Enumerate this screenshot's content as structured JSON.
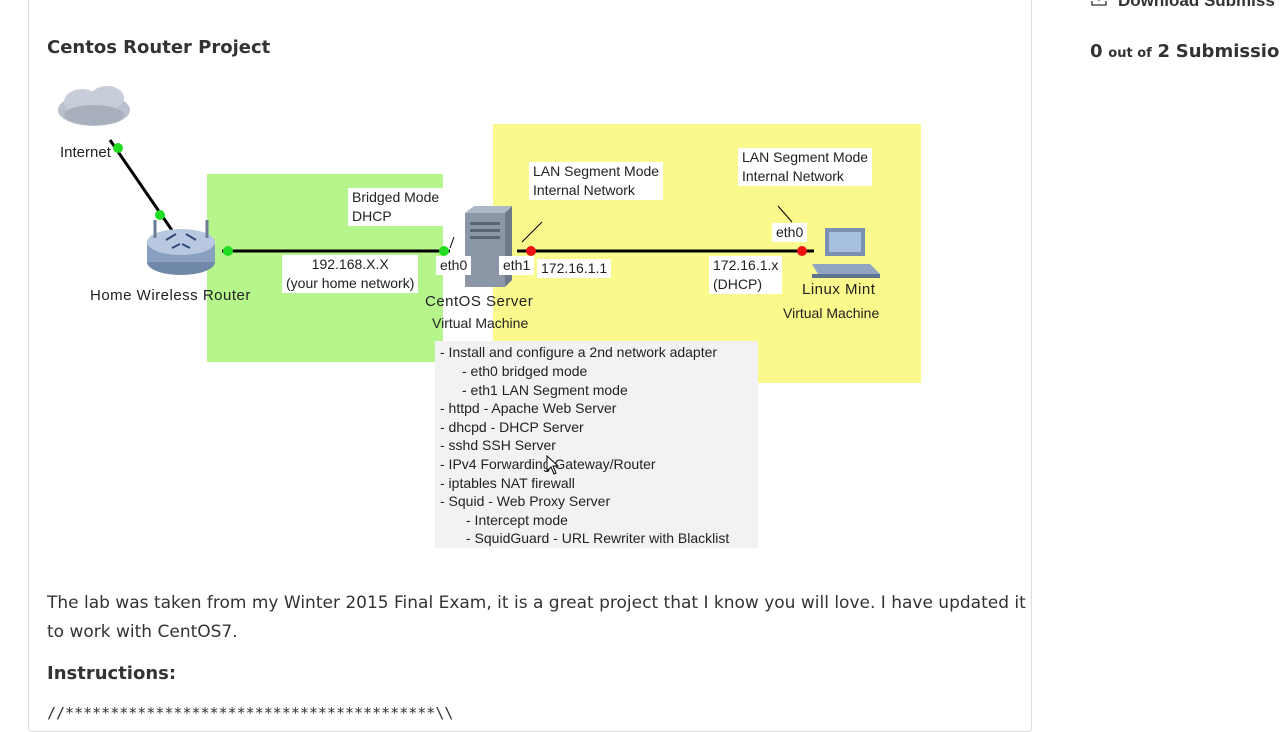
{
  "sidebar": {
    "download_label": "Download Submiss",
    "submissions": {
      "count": "0",
      "out_of": "out of",
      "total": "2",
      "label": "Submissions C"
    }
  },
  "card": {
    "title": "Centos Router Project",
    "description": "The lab was taken from my Winter 2015 Final Exam, it is a great project that I know you will love. I have updated it to work with CentOS7.",
    "instructions_heading": "Instructions:",
    "code_line": "//*****************************************\\\\"
  },
  "diagram": {
    "internet": "Internet",
    "router": "Home Wireless Router",
    "bridged_mode": "Bridged Mode\nDHCP",
    "home_ip": "192.168.X.X\n(your home network)",
    "eth0_server": "eth0",
    "eth1_server": "eth1",
    "server_ip": "172.16.1.1",
    "lan_segment_1": "LAN Segment Mode\nInternal Network",
    "lan_segment_2": "LAN Segment Mode\nInternal Network",
    "eth0_client": "eth0",
    "client_ip": "172.16.1.x\n(DHCP)",
    "server_name": "CentOS Server",
    "server_vm": "Virtual Machine",
    "client_name": "Linux Mint",
    "client_vm": "Virtual Machine",
    "tasks": [
      "- Install and configure a 2nd network adapter",
      "- eth0 bridged mode",
      "- eth1 LAN Segment mode",
      "- httpd - Apache Web Server",
      "- dhcpd - DHCP Server",
      "- sshd SSH Server",
      "- IPv4 Forwarding Gateway/Router",
      "- iptables NAT firewall",
      "- Squid - Web Proxy Server",
      "- Intercept mode",
      "- SquidGuard - URL Rewriter with Blacklist"
    ],
    "colors": {
      "bridged_zone": "#b6f48c",
      "lan_zone": "#fafa8c",
      "link_up": "#22dd22",
      "link_down": "#ee1111"
    }
  }
}
